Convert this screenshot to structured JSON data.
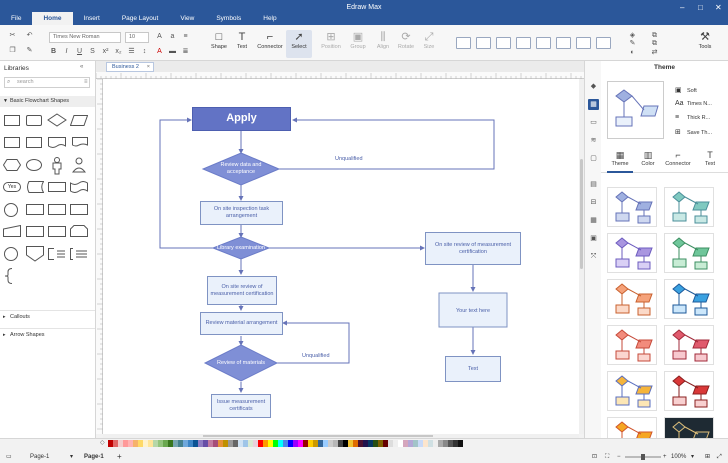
{
  "window": {
    "title": "Edraw Max",
    "controls": [
      "–",
      "□",
      "✕"
    ]
  },
  "ribbon_tabs": [
    {
      "label": "File",
      "active": false
    },
    {
      "label": "Home",
      "active": true
    },
    {
      "label": "Insert",
      "active": false
    },
    {
      "label": "Page Layout",
      "active": false
    },
    {
      "label": "View",
      "active": false
    },
    {
      "label": "Symbols",
      "active": false
    },
    {
      "label": "Help",
      "active": false
    }
  ],
  "toolbar": {
    "font_name": "Times New Roman",
    "font_size": "10",
    "tools": [
      {
        "label": "Shape",
        "icon": "square-icon"
      },
      {
        "label": "Text",
        "icon": "text-icon"
      },
      {
        "label": "Connector",
        "icon": "connector-icon"
      },
      {
        "label": "Select",
        "icon": "cursor-icon"
      }
    ],
    "arrange_tools": [
      "Position",
      "Group",
      "Align",
      "Rotate",
      "Size"
    ],
    "tools_label": "Tools"
  },
  "library": {
    "title": "Libraries",
    "search_placeholder": "search",
    "sections": {
      "basic": "Basic Flowchart Shapes",
      "callouts": "Callouts",
      "arrows": "Arrow Shapes"
    },
    "terminator_label": "Yes"
  },
  "document": {
    "tab_label": "Business 2"
  },
  "flowchart": {
    "apply": "Apply",
    "review_data": "Review data and acceptance",
    "unqualified_1": "Unqualified",
    "site_inspection": "On site inspection task arrangement",
    "library_exam": "Library examination",
    "site_review_right": "On site review of measurement certification",
    "site_review_left": "On site review of measurement certification",
    "your_text": "Your text here",
    "review_material": "Review material arrangement",
    "review_materials": "Review of materials",
    "unqualified_2": "Unqualified",
    "text_box": "Text",
    "issue_cert": "Issue measurement certificats"
  },
  "theme_panel": {
    "title": "Theme",
    "options": [
      "Soft",
      "Times N...",
      "Thick R...",
      "Save Th..."
    ],
    "tabs": [
      "Theme",
      "Color",
      "Connector",
      "Text"
    ]
  },
  "status": {
    "page_selector": "Page-1",
    "active_page": "Page-1",
    "add_page": "+",
    "zoom": "100%"
  },
  "colors": {
    "accent": "#2b579a",
    "apply_fill": "#6273c5",
    "diamond_fill": "#7f8fd6",
    "node_fill": "#eaf1fb",
    "node_stroke": "#7f93c3",
    "palette": [
      "#c00000",
      "#e06666",
      "#f4cccc",
      "#ff9999",
      "#ffb3b3",
      "#f6b26b",
      "#ffd966",
      "#fff2cc",
      "#ffe599",
      "#b6d7a8",
      "#93c47d",
      "#6aa84f",
      "#38761d",
      "#76a5af",
      "#45818e",
      "#6fa8dc",
      "#3d85c6",
      "#0b5394",
      "#8e7cc3",
      "#674ea7",
      "#c27ba0",
      "#a64d79",
      "#e69138",
      "#bf9000",
      "#999999",
      "#666666",
      "#cfe2f3",
      "#9fc5e8",
      "#d9ead3",
      "#ead1dc",
      "#ff0000",
      "#ff9900",
      "#ffff00",
      "#00ff00",
      "#00ffff",
      "#4a86e8",
      "#0000ff",
      "#9900ff",
      "#ff00ff",
      "#980000",
      "#ffcc00",
      "#cc9900",
      "#336699",
      "#99ccff",
      "#cccccc",
      "#b7b7b7",
      "#434343",
      "#000000",
      "#f1c232",
      "#e06c00",
      "#4c1130",
      "#20124d",
      "#073763",
      "#274e13",
      "#7f6000",
      "#660000",
      "#dddddd",
      "#efefef",
      "#ffffff",
      "#d5a6bd",
      "#b4a7d6",
      "#a2c4c9",
      "#c9daf8",
      "#fce5cd",
      "#d0e0e3",
      "#eeeeee",
      "#aaaaaa",
      "#888888",
      "#555555",
      "#333333",
      "#111111"
    ]
  }
}
